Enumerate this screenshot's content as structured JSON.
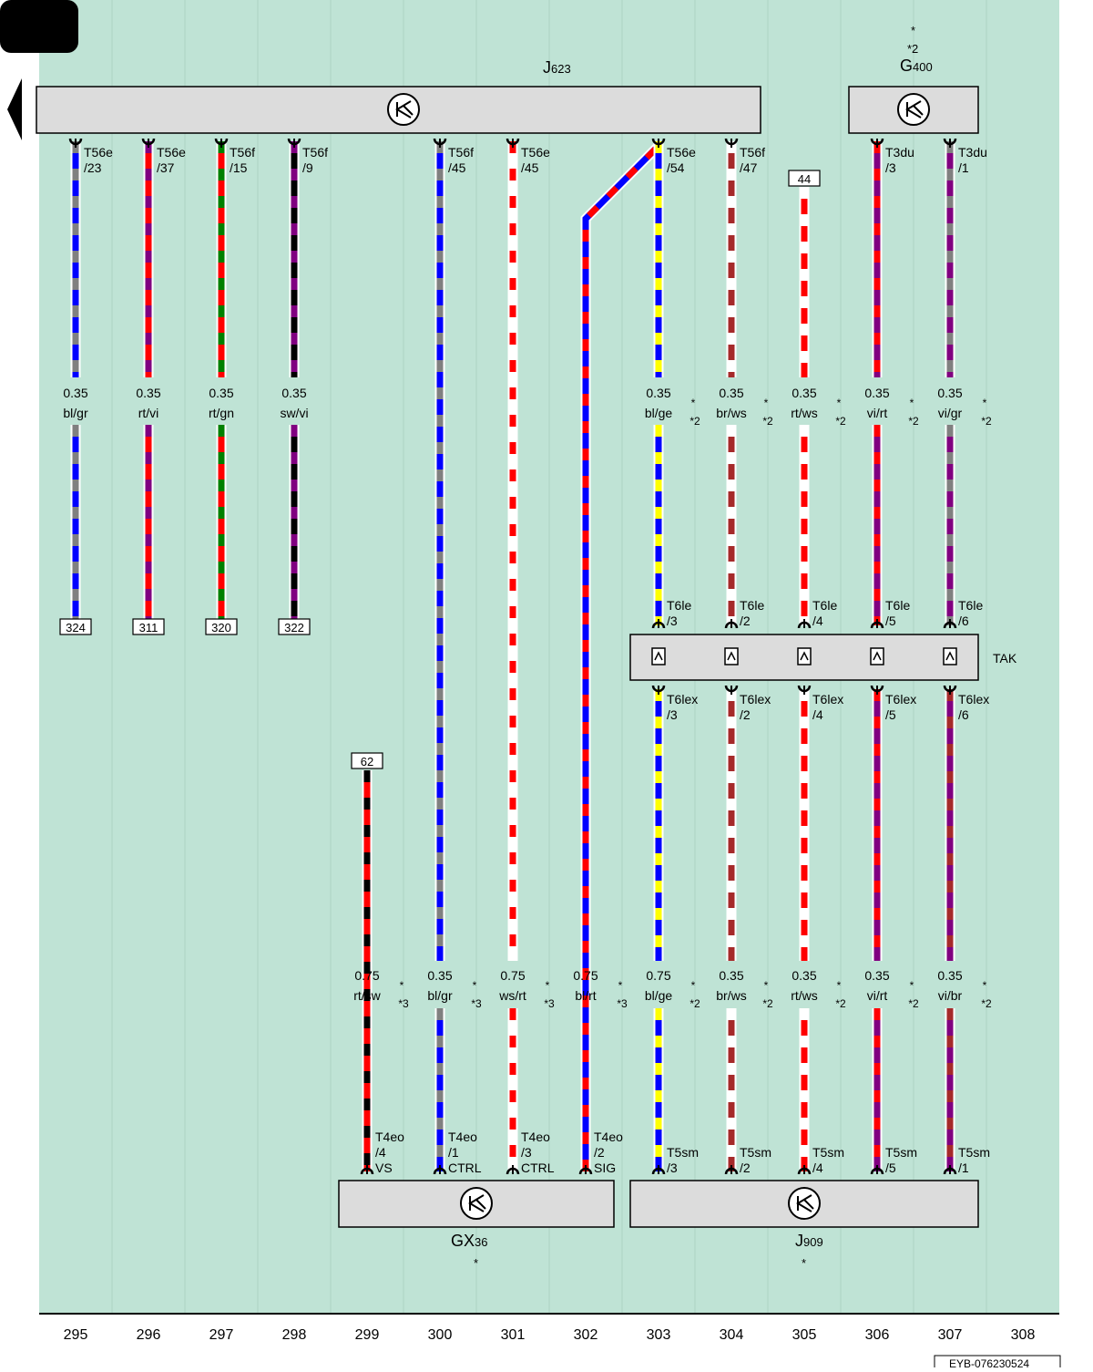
{
  "diagram_id": "EYB-076230524",
  "colors": {
    "background": "#bfe3d5",
    "component_fill": "#dcdcdc",
    "bl": "#0000ff",
    "gr": "#808080",
    "rt": "#ff0000",
    "vi": "#800080",
    "gn": "#008000",
    "sw": "#000000",
    "ws": "#ffffff",
    "ge": "#ffff00",
    "br": "#a52a2a"
  },
  "columns": [
    "295",
    "296",
    "297",
    "298",
    "299",
    "300",
    "301",
    "302",
    "303",
    "304",
    "305",
    "306",
    "307",
    "308"
  ],
  "components": [
    {
      "id": "J623",
      "main": "J",
      "sub": "623",
      "star": ""
    },
    {
      "id": "G400",
      "main": "G",
      "sub": "400",
      "star": "*",
      "note": "*2"
    },
    {
      "id": "TAK",
      "main": "TAK",
      "sub": "",
      "star": ""
    },
    {
      "id": "GX36",
      "main": "GX",
      "sub": "36",
      "star": "*"
    },
    {
      "id": "J909",
      "main": "J",
      "sub": "909",
      "star": "*"
    }
  ],
  "wires": [
    {
      "col": "295",
      "colors": [
        "bl",
        "gr"
      ],
      "pin": [
        "T56e",
        "/23"
      ],
      "size": "0.35",
      "code": "bl/gr",
      "ref": "324"
    },
    {
      "col": "296",
      "colors": [
        "rt",
        "vi"
      ],
      "pin": [
        "T56e",
        "/37"
      ],
      "size": "0.35",
      "code": "rt/vi",
      "ref": "311"
    },
    {
      "col": "297",
      "colors": [
        "rt",
        "gn"
      ],
      "pin": [
        "T56f",
        "/15"
      ],
      "size": "0.35",
      "code": "rt/gn",
      "ref": "320"
    },
    {
      "col": "298",
      "colors": [
        "sw",
        "vi"
      ],
      "pin": [
        "T56f",
        "/9"
      ],
      "size": "0.35",
      "code": "sw/vi",
      "ref": "322"
    },
    {
      "col": "299",
      "colors": [
        "rt",
        "sw"
      ],
      "ref": "62",
      "size": "0.75",
      "code": "rt/sw",
      "note": "*3",
      "pin_bottom": [
        "T4eo",
        "/4",
        "VS"
      ]
    },
    {
      "col": "300",
      "colors": [
        "bl",
        "gr"
      ],
      "pin": [
        "T56f",
        "/45"
      ],
      "size": "0.35",
      "code": "bl/gr",
      "note": "*3",
      "pin_bottom": [
        "T4eo",
        "/1",
        "CTRL"
      ]
    },
    {
      "col": "301",
      "colors": [
        "ws",
        "rt"
      ],
      "pin": [
        "T56e",
        "/45"
      ],
      "size": "0.75",
      "code": "ws/rt",
      "note": "*3",
      "pin_bottom": [
        "T4eo",
        "/3",
        "CTRL"
      ]
    },
    {
      "col": "302",
      "colors": [
        "bl",
        "rt"
      ],
      "size": "0.75",
      "code": "bl/rt",
      "note": "*3",
      "pin_bottom": [
        "T4eo",
        "/2",
        "SIG"
      ]
    },
    {
      "col": "303",
      "colors": [
        "bl",
        "ge"
      ],
      "pin": [
        "T56e",
        "/54"
      ],
      "size": "0.35",
      "code": "bl/ge",
      "note": "*2",
      "pin_tak_in": [
        "T6le",
        "/3"
      ],
      "pin_tak_out": [
        "T6lex",
        "/3"
      ],
      "size2": "0.75",
      "code2": "bl/ge",
      "note2": "*2",
      "pin_bottom": [
        "T5sm",
        "/3"
      ]
    },
    {
      "col": "304",
      "colors": [
        "br",
        "ws"
      ],
      "pin": [
        "T56f",
        "/47"
      ],
      "size": "0.35",
      "code": "br/ws",
      "note": "*2",
      "pin_tak_in": [
        "T6le",
        "/2"
      ],
      "pin_tak_out": [
        "T6lex",
        "/2"
      ],
      "size2": "0.35",
      "code2": "br/ws",
      "note2": "*2",
      "pin_bottom": [
        "T5sm",
        "/2"
      ]
    },
    {
      "col": "305",
      "colors": [
        "rt",
        "ws"
      ],
      "ref": "44",
      "size": "0.35",
      "code": "rt/ws",
      "note": "*2",
      "pin_tak_in": [
        "T6le",
        "/4"
      ],
      "pin_tak_out": [
        "T6lex",
        "/4"
      ],
      "size2": "0.35",
      "code2": "rt/ws",
      "note2": "*2",
      "pin_bottom": [
        "T5sm",
        "/4"
      ]
    },
    {
      "col": "306",
      "colors": [
        "vi",
        "rt"
      ],
      "pin": [
        "T3du",
        "/3"
      ],
      "size": "0.35",
      "code": "vi/rt",
      "note": "*2",
      "pin_tak_in": [
        "T6le",
        "/5"
      ],
      "pin_tak_out": [
        "T6lex",
        "/5"
      ],
      "size2": "0.35",
      "code2": "vi/rt",
      "note2": "*2",
      "pin_bottom": [
        "T5sm",
        "/5"
      ]
    },
    {
      "col": "307",
      "colors": [
        "vi",
        "gr"
      ],
      "pin": [
        "T3du",
        "/1"
      ],
      "size": "0.35",
      "code": "vi/gr",
      "note": "*2",
      "pin_tak_in": [
        "T6le",
        "/6"
      ],
      "pin_tak_out": [
        "T6lex",
        "/6"
      ],
      "size2": "0.35",
      "code2": "vi/br",
      "colors2": [
        "vi",
        "br"
      ],
      "note2": "*2",
      "pin_bottom": [
        "T5sm",
        "/1"
      ]
    }
  ]
}
